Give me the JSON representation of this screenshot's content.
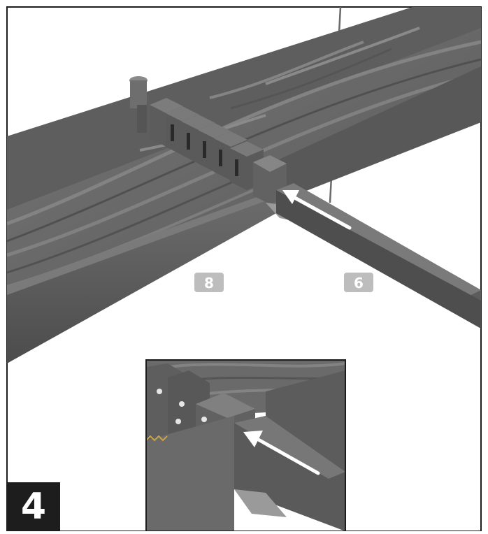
{
  "step": {
    "number": "4"
  },
  "callouts": [
    {
      "label": "8"
    },
    {
      "label": "6"
    }
  ],
  "colors": {
    "frame": "#1d1d1d",
    "metal_dark": "#4a4a4a",
    "metal_mid": "#5a5a5a",
    "metal_light": "#6c6c6c",
    "fabric": "#6a6a6a",
    "callout_bg": "#bdbdbd",
    "arrow": "#ffffff"
  },
  "icons": {
    "direction_arrow_main": "arrow-up-left-icon",
    "direction_arrow_detail": "arrow-up-left-icon"
  }
}
